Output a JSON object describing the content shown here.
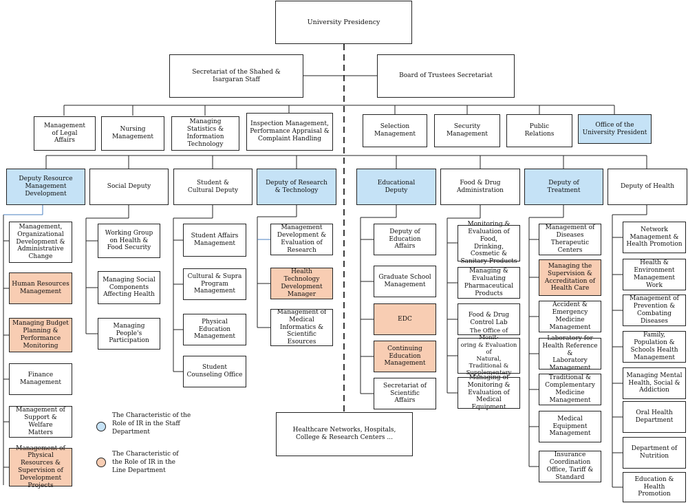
{
  "chart_data": {
    "type": "diagram",
    "top": "University Presidency",
    "secretariats": [
      "Secretariat of the Shahed &\nIsargaran Staff",
      "Board of Trustees Secretariat"
    ],
    "offices": [
      "Management\nof Legal\nAffairs",
      "Nursing\nManagement",
      "Managing Statistics &\nInformation\nTechnology",
      "Inspection Management,\nPerformance Appraisal &\nComplaint Handling",
      "Selection\nManagement",
      "Security\nManagement",
      "Public\nRelations",
      "Office of the\nUniversity President"
    ],
    "deputies": [
      {
        "title": "Deputy Resource\nManagement\nDevelopment",
        "items": [
          "Management,\nOrganizational\nDevelopment &\nAdministrative\nChange",
          "Human Resources\nManagement",
          "Managing Budget\nPlanning &\nPerformance\nMonitoring",
          "Finance\nManagement",
          "Management of\nSupport & Welfare\nMatters",
          "Management of\nPhysical Resources &\nSupervision of\nDevelopment Projects"
        ]
      },
      {
        "title": "Social Deputy",
        "items": [
          "Working Group\non Health &\nFood Security",
          "Managing Social\nComponents\nAffecting Health",
          "Managing\nPeople's\nParticipation"
        ]
      },
      {
        "title": "Student &\nCultural Deputy",
        "items": [
          "Student Affairs\nManagement",
          "Cultural & Supra\nProgram\nManagement",
          "Physical\nEducation\nManagement",
          "Student\nCounseling Office"
        ]
      },
      {
        "title": "Deputy of Research\n& Technology",
        "items": [
          "Management\nDevelopment &\nEvaluation of\nResearch",
          "Health Technology\nDevelopment\nManager",
          "Management of\nMedical\nInformatics &\nScientific Esources"
        ]
      },
      {
        "title": "Educational\nDeputy",
        "items": [
          "Deputy of\nEducation\nAffairs",
          "Graduate School\nManagement",
          "EDC",
          "Continuing\nEducation\nManagement",
          "Secretariat of\nScientific\nAffairs"
        ]
      },
      {
        "title": "Food & Drug\nAdministration",
        "items": [
          "Monitoring &\nEvaluation of Food,\nDrinking, Cosmetic &\nSanitary Products",
          "Managing &\nEvaluating\nPharmaceutical\nProducts",
          "Food & Drug\nControl Lab",
          "The Office of Monit-\noring & Evaluation of\nNatural, Traditional &\nSupplementary\nProducts",
          "Managing of\nMonitoring &\nEvaluation of Medical\nEquipment"
        ]
      },
      {
        "title": "Deputy of\nTreatment",
        "items": [
          "Management of\nDiseases Therapeutic\nCenters",
          "Managing the\nSupervision &\nAccreditation of\nHealth Care",
          "Accident &\nEmergency Medicine\nManagement",
          "Laboratory for\nHealth Reference &\nLaboratory\nManagement",
          "Traditional &\nComplementary\nMedicine\nManagement",
          "Medical Equipment\nManagement",
          "Insurance\nCoordination\nOffice, Tariff &\nStandard"
        ]
      },
      {
        "title": "Deputy of Health",
        "items": [
          "Network\nManagement &\nHealth Promotion",
          "Health &\nEnvironment\nManagement\nWork",
          "Management of\nPrevention &\nCombating Diseases",
          "Family,\nPopulation &\nSchools Health\nManagement",
          "Managing Mental\nHealth, Social &\nAddiction",
          "Oral Health\nDepartment",
          "Department of\nNutrition",
          "Education & Health\nPromotion"
        ]
      }
    ],
    "networks": "Healthcare Networks, Hospitals,\nCollege & Research Centers ...",
    "legend": [
      {
        "label": "The Characteristic of the\nRole of IR in the Staff\nDepartment",
        "color": "#c5e2f6"
      },
      {
        "label": "The Characteristic of\nthe Role of IR in the\nLine Department",
        "color": "#f8cdb3"
      }
    ]
  }
}
